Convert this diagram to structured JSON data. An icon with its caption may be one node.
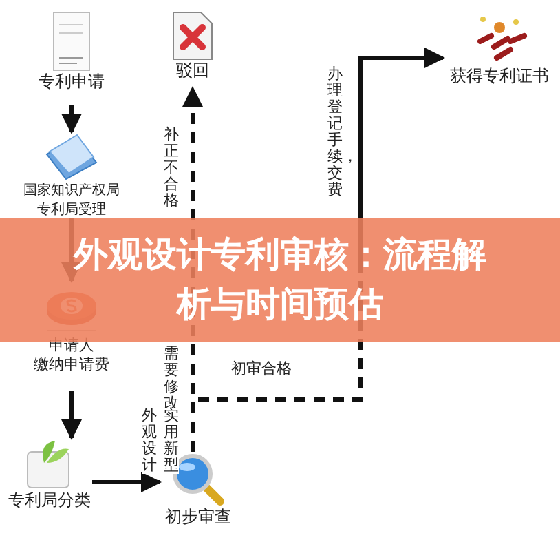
{
  "diagram": {
    "title": "外观设计专利审核：流程解析与时间预估",
    "nodes": [
      {
        "text": [
          "专利申请"
        ]
      },
      {
        "text": [
          "国家知识产权局专利局受理"
        ]
      },
      {
        "text": [
          "申请人",
          "缴纳申请费"
        ]
      },
      {
        "text": [
          "专利局分类"
        ]
      },
      {
        "text": [
          "初步审查"
        ]
      },
      {
        "text": [
          "驳回"
        ]
      },
      {
        "text": [
          "获得专利证书"
        ]
      }
    ],
    "edges": [
      {
        "from": 0,
        "to": 1,
        "arrow": "to"
      },
      {
        "from": 1,
        "to": 2,
        "arrow": "to"
      },
      {
        "from": 2,
        "to": 3,
        "arrow": "to"
      },
      {
        "from": 3,
        "to": 4,
        "arrow": "to"
      },
      {
        "from": 4,
        "to": 5,
        "arrow": "to",
        "style": "dashed",
        "label": "补正不合格"
      },
      {
        "from": 4,
        "to": 6,
        "arrow": "to",
        "style": "dashed",
        "label": "初审合格"
      }
    ],
    "labels": [
      "办理登记手续，交费",
      "需要修改",
      "外观设计",
      "实用新型"
    ]
  }
}
